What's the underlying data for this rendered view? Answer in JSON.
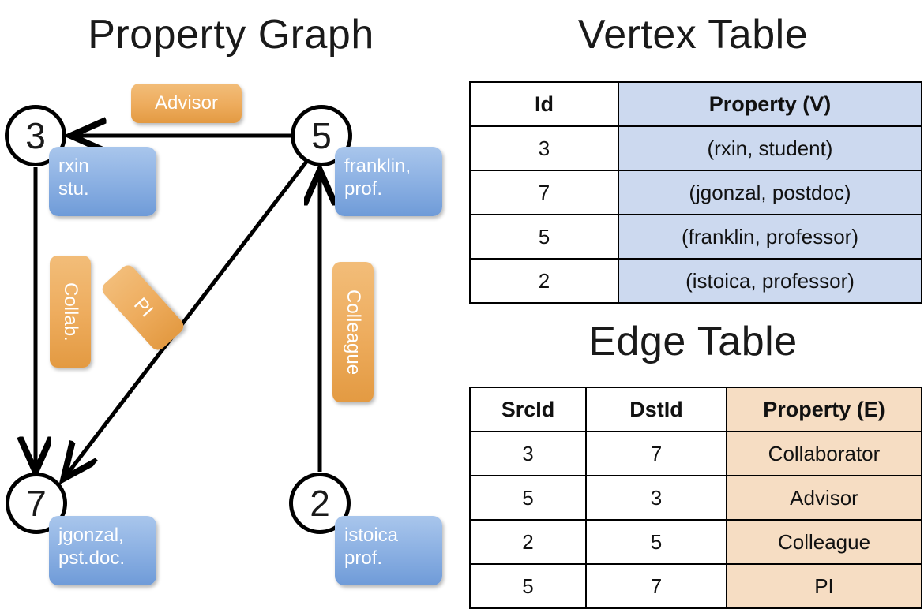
{
  "titles": {
    "property_graph": "Property Graph",
    "vertex_table": "Vertex Table",
    "edge_table": "Edge Table"
  },
  "colors": {
    "node_fill": "#ffffff",
    "node_stroke": "#000000",
    "property_box": "#8fb3e4",
    "edge_label_box": "#eead5f",
    "vertex_property_cell": "#ccd9ef",
    "edge_property_cell": "#f6ddc3"
  },
  "graph": {
    "nodes": [
      {
        "id": "3",
        "property": "rxin\nstu."
      },
      {
        "id": "5",
        "property": "franklin,\nprof."
      },
      {
        "id": "7",
        "property": "jgonzal,\npst.doc."
      },
      {
        "id": "2",
        "property": "istoica\nprof."
      }
    ],
    "node_labels": {
      "n3": "3",
      "n5": "5",
      "n7": "7",
      "n2": "2"
    },
    "property_labels": {
      "rxin_line1": "rxin",
      "rxin_line2": "stu.",
      "franklin_line1": "franklin,",
      "franklin_line2": "prof.",
      "jgonzal_line1": "jgonzal,",
      "jgonzal_line2": "pst.doc.",
      "istoica_line1": "istoica",
      "istoica_line2": "prof."
    },
    "edge_labels": {
      "advisor": "Advisor",
      "collab": "Collab.",
      "pi": "PI",
      "colleague": "Colleague"
    },
    "edges": [
      {
        "from": "5",
        "to": "3",
        "label": "Advisor"
      },
      {
        "from": "3",
        "to": "7",
        "label": "Collab."
      },
      {
        "from": "5",
        "to": "7",
        "label": "PI"
      },
      {
        "from": "2",
        "to": "5",
        "label": "Colleague"
      }
    ]
  },
  "vertex_table": {
    "headers": [
      "Id",
      "Property (V)"
    ],
    "rows": [
      {
        "id": "3",
        "property": "(rxin, student)"
      },
      {
        "id": "7",
        "property": "(jgonzal, postdoc)"
      },
      {
        "id": "5",
        "property": "(franklin, professor)"
      },
      {
        "id": "2",
        "property": "(istoica, professor)"
      }
    ]
  },
  "edge_table": {
    "headers": [
      "SrcId",
      "DstId",
      "Property (E)"
    ],
    "rows": [
      {
        "src": "3",
        "dst": "7",
        "property": "Collaborator"
      },
      {
        "src": "5",
        "dst": "3",
        "property": "Advisor"
      },
      {
        "src": "2",
        "dst": "5",
        "property": "Colleague"
      },
      {
        "src": "5",
        "dst": "7",
        "property": "PI"
      }
    ]
  }
}
